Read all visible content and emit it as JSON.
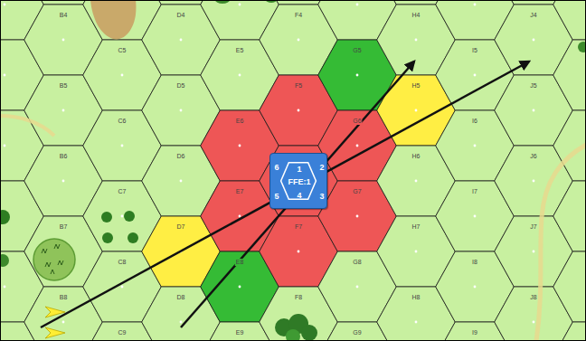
{
  "diagram": {
    "nodes": [
      {
        "text": [
          "1",
          "6",
          "2",
          "FFE:1",
          "5",
          "3",
          "4"
        ]
      }
    ],
    "labels": [
      "B4",
      "D4",
      "F4",
      "H4",
      "J4",
      "C5",
      "E5",
      "G5",
      "I5",
      "B5",
      "D5",
      "F5",
      "H5",
      "J5",
      "C6",
      "E6",
      "G6",
      "I6",
      "B6",
      "D6",
      "H6",
      "J6",
      "C7",
      "E7",
      "G7",
      "I7",
      "B7",
      "D7",
      "F7",
      "H7",
      "J7",
      "C8",
      "E8",
      "G8",
      "I8",
      "B8",
      "D8",
      "F8",
      "H8",
      "J8",
      "C9",
      "E9",
      "G9",
      "I9"
    ]
  }
}
